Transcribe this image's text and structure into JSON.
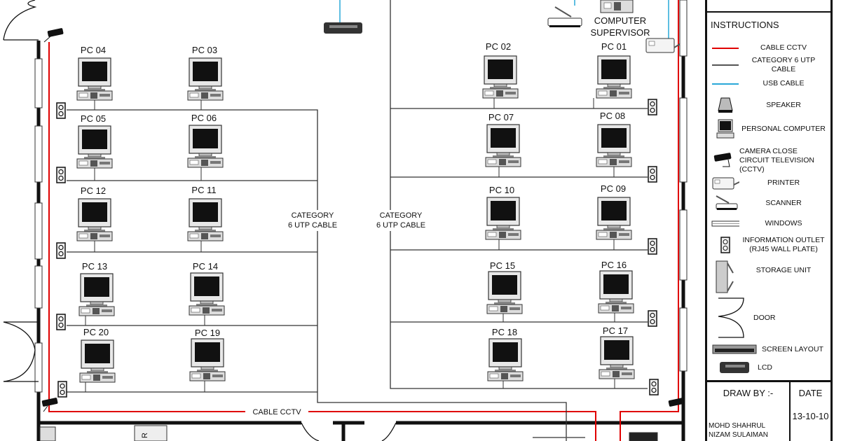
{
  "diagram": {
    "title": "Computer Lab Network Layout",
    "colors": {
      "cctv_cable": "#e00000",
      "utp_cable": "#333333",
      "usb_cable": "#29a8d8",
      "wall": "#111111"
    },
    "supervisor_label_1": "COMPUTER",
    "supervisor_label_2": "SUPERVISOR",
    "center_labels": [
      {
        "line1": "CATEGORY",
        "line2": "6 UTP CABLE"
      },
      {
        "line1": "CATEGORY",
        "line2": "6 UTP CABLE"
      }
    ],
    "cctv_label": "CABLE CCTV",
    "left_rows": [
      {
        "a": "PC 04",
        "b": "PC 03"
      },
      {
        "a": "PC 05",
        "b": "PC 06"
      },
      {
        "a": "PC 12",
        "b": "PC 11"
      },
      {
        "a": "PC 13",
        "b": "PC 14"
      },
      {
        "a": "PC 20",
        "b": "PC 19"
      }
    ],
    "right_rows": [
      {
        "a": "PC 02",
        "b": "PC 01"
      },
      {
        "a": "PC 07",
        "b": "PC 08"
      },
      {
        "a": "PC 10",
        "b": "PC 09"
      },
      {
        "a": "PC 15",
        "b": "PC 16"
      },
      {
        "a": "PC 18",
        "b": "PC 17"
      }
    ],
    "partial_label": "R"
  },
  "legend": {
    "title": "INSTRUCTIONS",
    "items": [
      {
        "icon": "red-line-icon",
        "label": "CABLE CCTV"
      },
      {
        "icon": "gray-line-icon",
        "label": "CATEGORY 6 UTP CABLE"
      },
      {
        "icon": "blue-line-icon",
        "label": "USB CABLE"
      },
      {
        "icon": "speaker-icon",
        "label": "SPEAKER"
      },
      {
        "icon": "personal-computer-icon",
        "label": "PERSONAL COMPUTER"
      },
      {
        "icon": "cctv-camera-icon",
        "label": "CAMERA CLOSE CIRCUIT TELEVISION (CCTV)"
      },
      {
        "icon": "printer-icon",
        "label": "PRINTER"
      },
      {
        "icon": "scanner-icon",
        "label": "SCANNER"
      },
      {
        "icon": "window-icon",
        "label": "WINDOWS"
      },
      {
        "icon": "wall-plate-icon",
        "label": "INFORMATION OUTLET (RJ45 WALL PLATE)"
      },
      {
        "icon": "storage-unit-icon",
        "label": "STORAGE UNIT"
      },
      {
        "icon": "door-icon",
        "label": "DOOR"
      },
      {
        "icon": "screen-layout-icon",
        "label": "SCREEN LAYOUT"
      },
      {
        "icon": "lcd-projector-icon",
        "label": "LCD"
      }
    ],
    "title_block": {
      "draw_by_label": "DRAW BY :-",
      "author_line1": "MOHD SHAHRUL",
      "author_line2": "NIZAM  SULAIMAN",
      "date_label": "DATE",
      "date_value": "13-10-10"
    }
  }
}
